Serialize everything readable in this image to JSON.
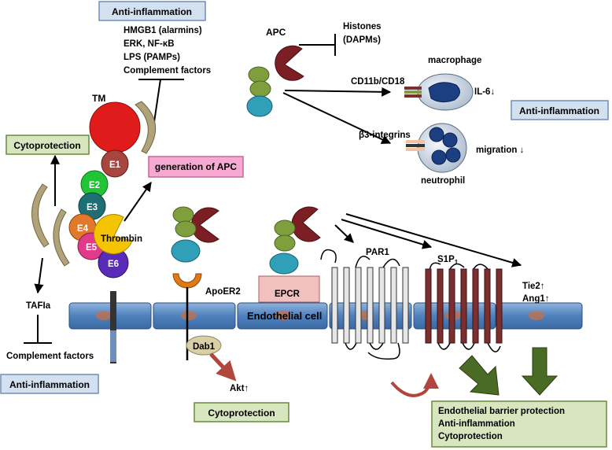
{
  "labels": {
    "anti_top": "Anti-inflammation",
    "hmgb1": "HMGB1 (alarmins)",
    "erk": "ERK, NF-κB",
    "lps": "LPS (PAMPs)",
    "complement_top": "Complement factors",
    "tm": "TM",
    "cytoprotection_left": "Cytoprotection",
    "generation_apc": "generation of APC",
    "thrombin": "Thrombin",
    "tafia": "TAFIa",
    "complement_bottom": "Complement factors",
    "anti_bottom_left": "Anti-inflammation",
    "apc": "APC",
    "histones": "Histones",
    "dapms": "(DAPMs)",
    "macrophage": "macrophage",
    "cd11b": "CD11b/CD18",
    "il6": "IL-6↓",
    "anti_right": "Anti-inflammation",
    "b3integrins": "β3-integrins",
    "migration": "migration ↓",
    "neutrophil": "neutrophil",
    "apoer2": "ApoER2",
    "dab1": "Dab1",
    "akt": "Akt↑",
    "cytoprotection_bottom": "Cytoprotection",
    "epcr": "EPCR",
    "endothelial_cell": "Endothelial cell",
    "par1": "PAR1",
    "s1p1": "S1P",
    "s1p1_sub": "1",
    "tie2": "Tie2↑",
    "ang1": "Ang1↑",
    "result_1": "Endothelial barrier protection",
    "result_2": "Anti-inflammation",
    "result_3": "Cytoprotection"
  },
  "tm_domains": [
    "E1",
    "E2",
    "E3",
    "E4",
    "E5",
    "E6"
  ],
  "colors": {
    "membrane": "#4f81bd",
    "membrane_dot": "#c0704f",
    "apc_heavy": "#7b1f24",
    "apc_green": "#7f9f3f",
    "apc_cyan": "#2fa0b8",
    "tm_head": "#e01b1b",
    "e1": "#a8453f",
    "e2": "#22c437",
    "e3": "#1e6f74",
    "e4": "#e07a2a",
    "e5": "#e03a8a",
    "e6": "#5a2ab8",
    "thrombin": "#f5c400",
    "label_blue": "#d3e0f0",
    "label_green": "#d8e6c0",
    "label_pink": "#f7a9d2",
    "epcr": "#f3c0c0",
    "apoer2": "#e07a14",
    "dab1": "#d8cfa6",
    "arrow_green": "#4a6b24",
    "arrow_red": "#b0463c",
    "par_bar": "#e6e6e6",
    "s1p_bar": "#7b2f2f"
  }
}
